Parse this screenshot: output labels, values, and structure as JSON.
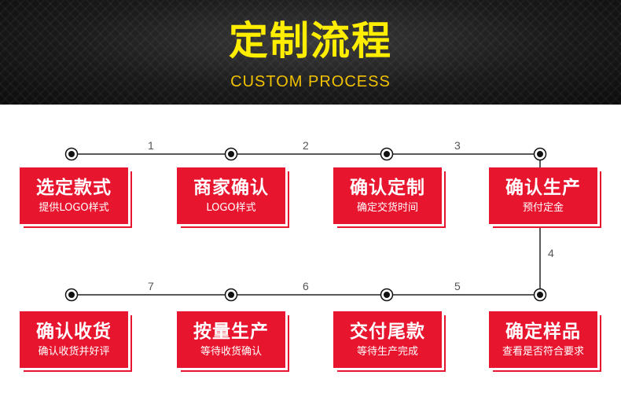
{
  "header": {
    "title": "定制流程",
    "subtitle": "CUSTOM PROCESS"
  },
  "steps": [
    {
      "title": "选定款式",
      "desc": "提供LOGO样式"
    },
    {
      "title": "商家确认",
      "desc": "LOGO样式"
    },
    {
      "title": "确认定制",
      "desc": "确定交货时间"
    },
    {
      "title": "确认生产",
      "desc": "预付定金"
    },
    {
      "title": "确定样品",
      "desc": "查看是否符合要求"
    },
    {
      "title": "交付尾款",
      "desc": "等待生产完成"
    },
    {
      "title": "按量生产",
      "desc": "等待收货确认"
    },
    {
      "title": "确认收货",
      "desc": "确认收货并好评"
    }
  ],
  "connectors": [
    "1",
    "2",
    "3",
    "4",
    "5",
    "6",
    "7"
  ],
  "colors": {
    "accent_red": "#e8152f",
    "title_yellow": "#ffee00",
    "subtitle_gold": "#f2c200",
    "header_dark": "#1c1c1c"
  }
}
